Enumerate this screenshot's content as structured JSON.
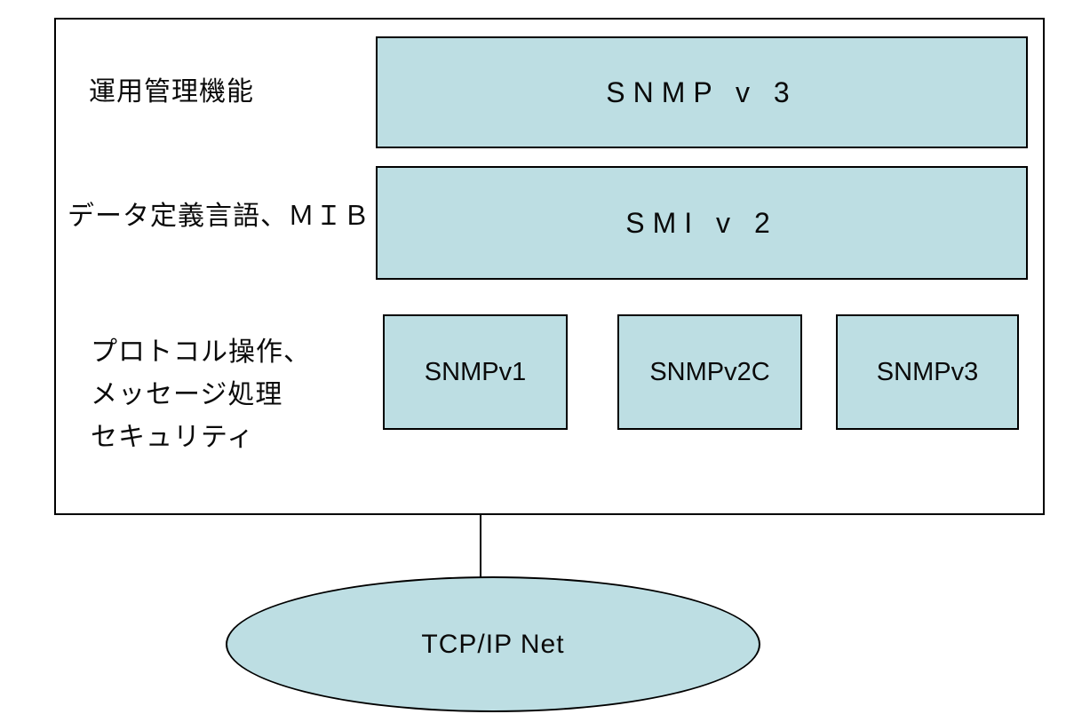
{
  "diagram": {
    "left_labels": {
      "management": "運用管理機能",
      "data_definition": "データ定義言語、ＭＩＢ",
      "protocol_lines": [
        "プロトコル操作、",
        "メッセージ処理",
        "セキュリティ"
      ]
    },
    "layers": {
      "snmp_v3": "SNMP v 3",
      "smi_v2": "SMI v 2"
    },
    "protocol_boxes": [
      "SNMPv1",
      "SNMPv2C",
      "SNMPv3"
    ],
    "network_label": "TCP/IP Net",
    "colors": {
      "box_fill": "#bddee3",
      "border": "#000000",
      "text": "#000000",
      "background": "#ffffff"
    }
  }
}
